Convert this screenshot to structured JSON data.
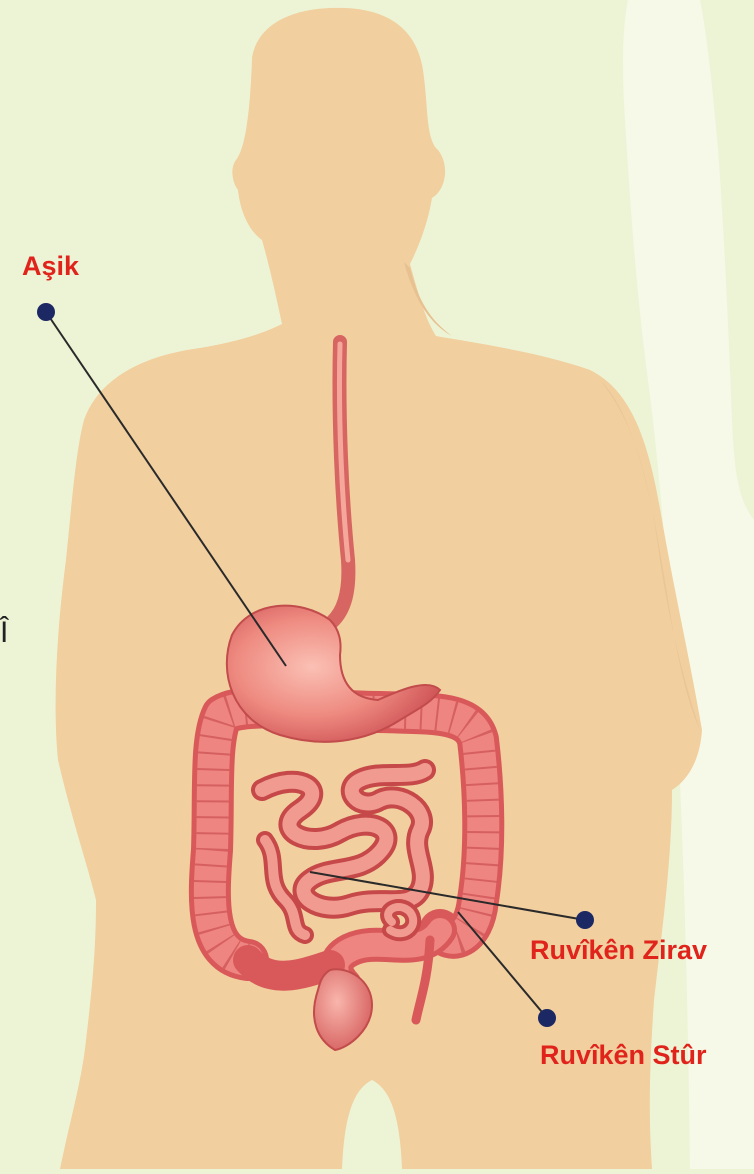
{
  "diagram": {
    "labels": {
      "stomach": "Aşik",
      "small_intestine": "Ruvîkên Zirav",
      "large_intestine": "Ruvîkên Stûr",
      "left_edge_fragment": "Î"
    },
    "colors": {
      "background": "#edf4d6",
      "body": "#f1cf9f",
      "organ": "#e86a67",
      "organ_dark": "#c9474a",
      "label_text": "#e0241c",
      "marker": "#1c2863",
      "leader_line": "#2a2a2a"
    }
  }
}
